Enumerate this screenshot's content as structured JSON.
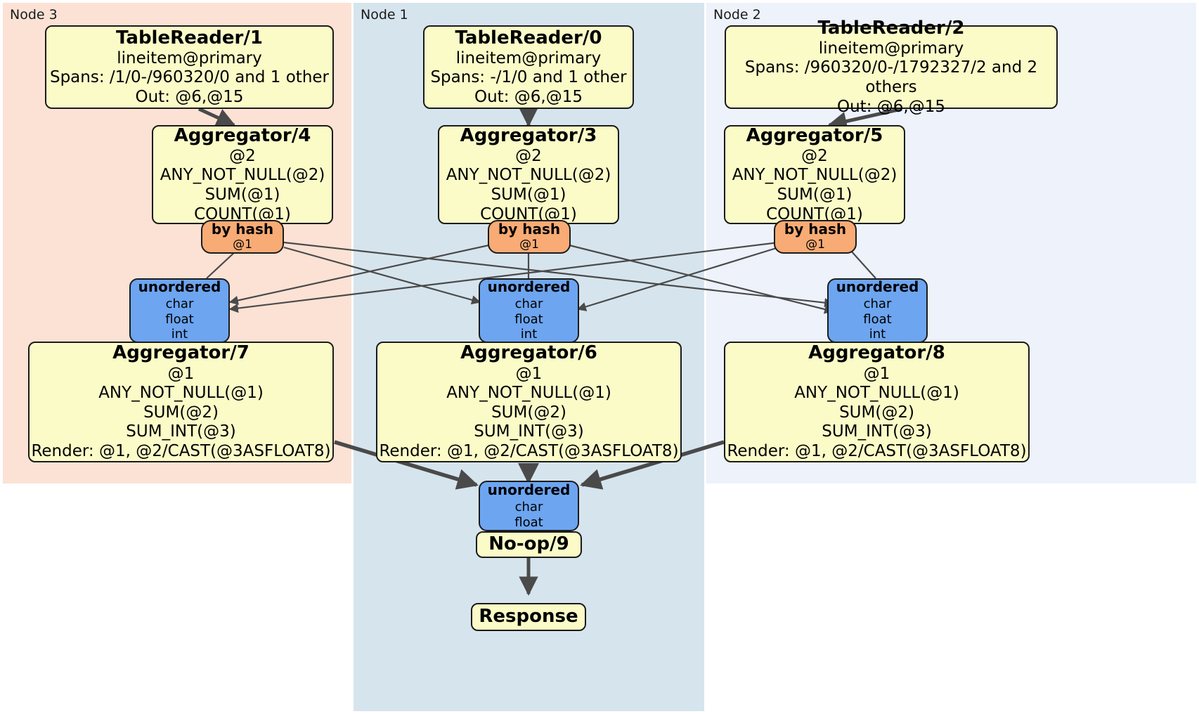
{
  "diagram": {
    "type": "distributed-query-plan",
    "title": "",
    "colors": {
      "node3_panel": "#fbe2d5",
      "node1_panel": "#d6e4ed",
      "node2_panel": "#edf2fb",
      "processor_box": "#fbfbc8",
      "router_box": "#f8ab74",
      "synchronizer_box": "#6da5f0",
      "edge": "#4a4a4a",
      "border": "#1b1b1b"
    }
  },
  "panels": [
    {
      "id": "node3",
      "label": "Node 3"
    },
    {
      "id": "node1",
      "label": "Node 1"
    },
    {
      "id": "node2",
      "label": "Node 2"
    }
  ],
  "nodes": {
    "tablereader1": {
      "title": "TableReader/1",
      "lines": [
        "lineitem@primary",
        "Spans: /1/0-/960320/0 and 1 other",
        "Out: @6,@15"
      ]
    },
    "tablereader0": {
      "title": "TableReader/0",
      "lines": [
        "lineitem@primary",
        "Spans: -/1/0 and 1 other",
        "Out: @6,@15"
      ]
    },
    "tablereader2": {
      "title": "TableReader/2",
      "lines": [
        "lineitem@primary",
        "Spans: /960320/0-/1792327/2 and 2 others",
        "Out: @6,@15"
      ]
    },
    "aggregator4": {
      "title": "Aggregator/4",
      "lines": [
        "@2",
        "ANY_NOT_NULL(@2)",
        "SUM(@1)",
        "COUNT(@1)"
      ]
    },
    "aggregator3": {
      "title": "Aggregator/3",
      "lines": [
        "@2",
        "ANY_NOT_NULL(@2)",
        "SUM(@1)",
        "COUNT(@1)"
      ]
    },
    "aggregator5": {
      "title": "Aggregator/5",
      "lines": [
        "@2",
        "ANY_NOT_NULL(@2)",
        "SUM(@1)",
        "COUNT(@1)"
      ]
    },
    "router_left": {
      "title": "by hash",
      "lines": [
        "@1"
      ]
    },
    "router_middle": {
      "title": "by hash",
      "lines": [
        "@1"
      ]
    },
    "router_right": {
      "title": "by hash",
      "lines": [
        "@1"
      ]
    },
    "sync_left": {
      "title": "unordered",
      "lines": [
        "char",
        "float",
        "int"
      ]
    },
    "sync_middle": {
      "title": "unordered",
      "lines": [
        "char",
        "float",
        "int"
      ]
    },
    "sync_right": {
      "title": "unordered",
      "lines": [
        "char",
        "float",
        "int"
      ]
    },
    "aggregator7": {
      "title": "Aggregator/7",
      "lines": [
        "@1",
        "ANY_NOT_NULL(@1)",
        "SUM(@2)",
        "SUM_INT(@3)",
        "Render: @1, @2/CAST(@3ASFLOAT8)"
      ]
    },
    "aggregator6": {
      "title": "Aggregator/6",
      "lines": [
        "@1",
        "ANY_NOT_NULL(@1)",
        "SUM(@2)",
        "SUM_INT(@3)",
        "Render: @1, @2/CAST(@3ASFLOAT8)"
      ]
    },
    "aggregator8": {
      "title": "Aggregator/8",
      "lines": [
        "@1",
        "ANY_NOT_NULL(@1)",
        "SUM(@2)",
        "SUM_INT(@3)",
        "Render: @1, @2/CAST(@3ASFLOAT8)"
      ]
    },
    "sync_final": {
      "title": "unordered",
      "lines": [
        "char",
        "float"
      ]
    },
    "noop9": {
      "title": "No-op/9",
      "lines": []
    },
    "response": {
      "title": "Response",
      "lines": []
    }
  }
}
